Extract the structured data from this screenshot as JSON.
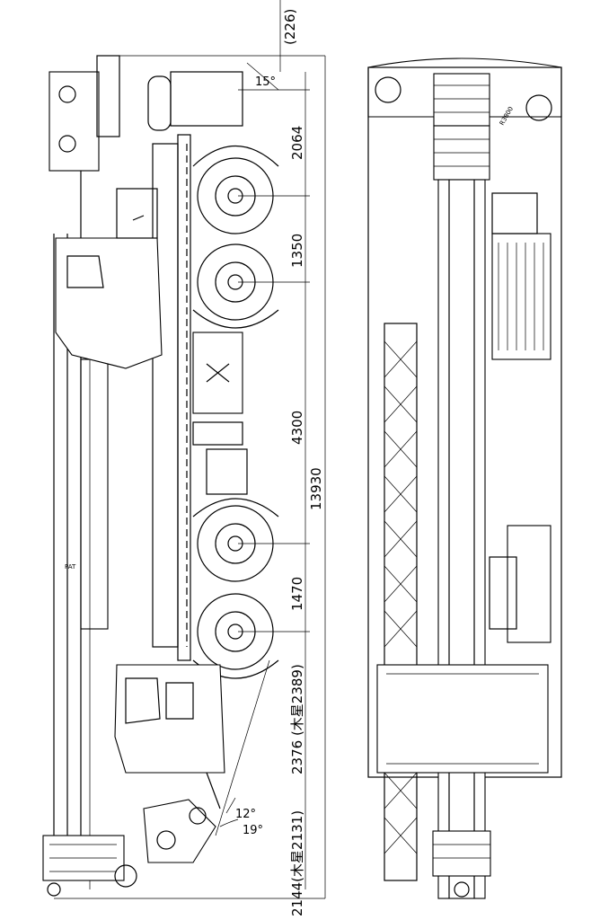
{
  "dimensions": {
    "top_clearance": "(226)",
    "angle_top": "15°",
    "front_overhang": "2064",
    "axle_1_2": "1350",
    "axle_2_3": "4300",
    "axle_3_4": "1470",
    "rear_overhang": "2376 (木星2389)",
    "overall_length": "13930",
    "bottom_note": "2144(木星2131)",
    "angle_a": "12°",
    "angle_b": "19°"
  },
  "labels": {
    "radius": "R3800",
    "pat": "PAT"
  }
}
